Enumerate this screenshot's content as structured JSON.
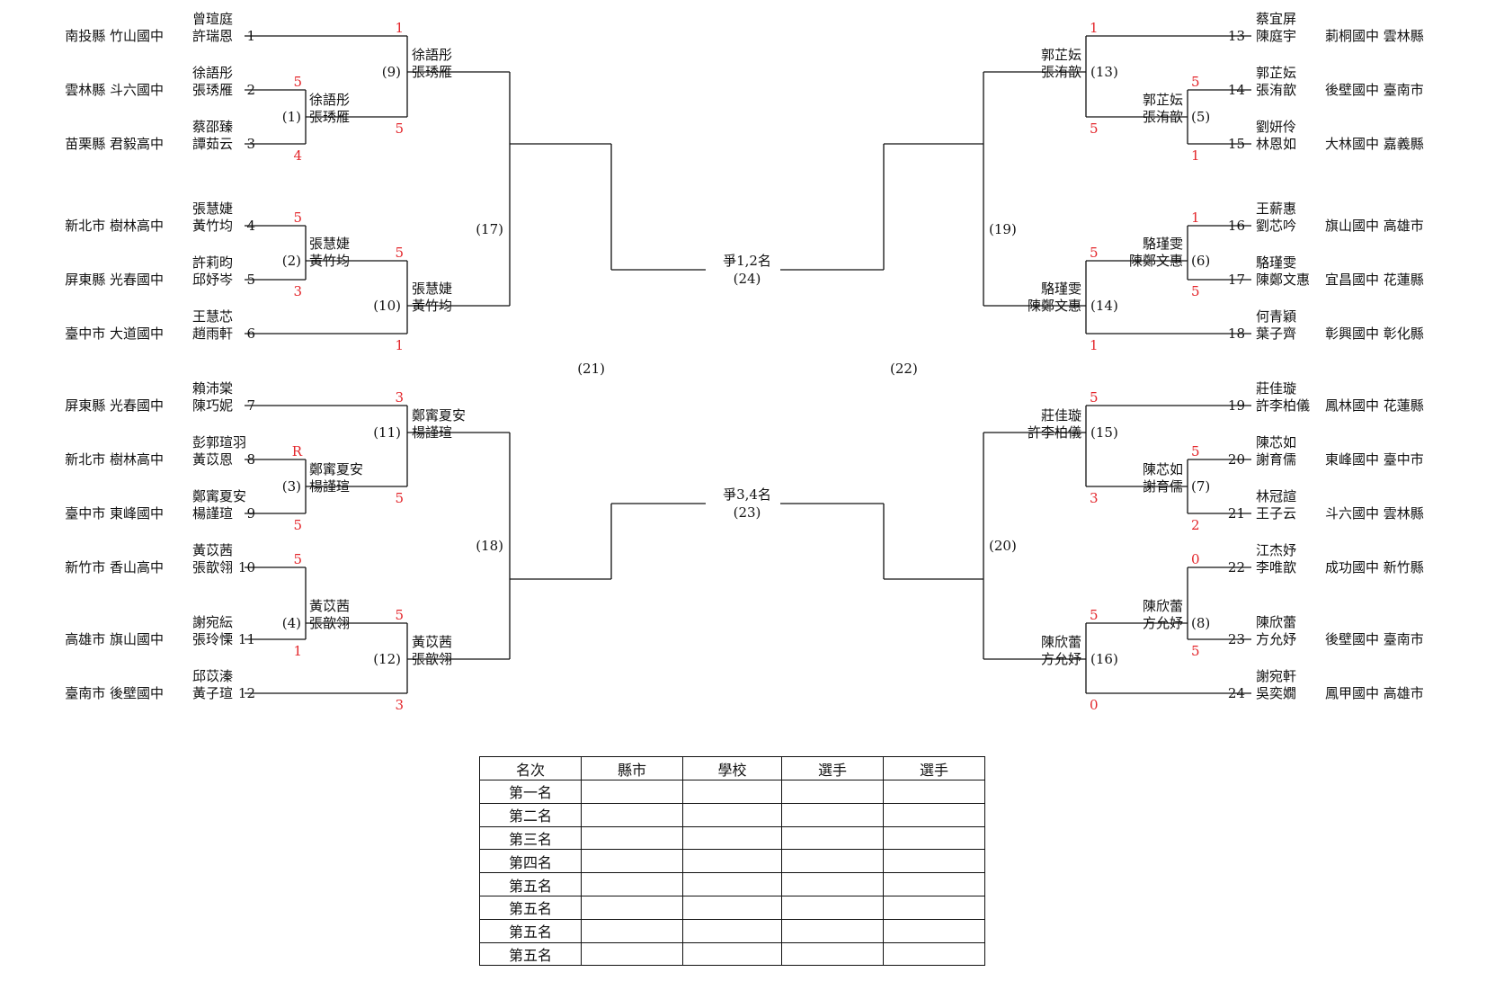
{
  "bracket": {
    "left_entries": [
      {
        "seed": "1",
        "county": "南投縣",
        "school": "竹山國中",
        "p1": "曾瑄庭",
        "p2": "許瑞恩"
      },
      {
        "seed": "2",
        "county": "雲林縣",
        "school": "斗六國中",
        "p1": "徐語彤",
        "p2": "張琇雁"
      },
      {
        "seed": "3",
        "county": "苗栗縣",
        "school": "君毅高中",
        "p1": "蔡邵臻",
        "p2": "譚茹云"
      },
      {
        "seed": "4",
        "county": "新北市",
        "school": "樹林高中",
        "p1": "張慧婕",
        "p2": "黃竹均"
      },
      {
        "seed": "5",
        "county": "屏東縣",
        "school": "光春國中",
        "p1": "許莉昀",
        "p2": "邱妤岑"
      },
      {
        "seed": "6",
        "county": "臺中市",
        "school": "大道國中",
        "p1": "王慧芯",
        "p2": "趙雨軒"
      },
      {
        "seed": "7",
        "county": "屏東縣",
        "school": "光春國中",
        "p1": "賴沛棠",
        "p2": "陳巧妮"
      },
      {
        "seed": "8",
        "county": "新北市",
        "school": "樹林高中",
        "p1": "彭郭瑄羽",
        "p2": "黃苡恩"
      },
      {
        "seed": "9",
        "county": "臺中市",
        "school": "東峰國中",
        "p1": "鄭寗夏安",
        "p2": "楊謹瑄"
      },
      {
        "seed": "10",
        "county": "新竹市",
        "school": "香山高中",
        "p1": "黃苡茜",
        "p2": "張歆翎"
      },
      {
        "seed": "11",
        "county": "高雄市",
        "school": "旗山國中",
        "p1": "謝宛紜",
        "p2": "張玲慄"
      },
      {
        "seed": "12",
        "county": "臺南市",
        "school": "後壁國中",
        "p1": "邱苡溱",
        "p2": "黃子瑄"
      }
    ],
    "right_entries": [
      {
        "seed": "13",
        "county": "雲林縣",
        "school": "莿桐國中",
        "p1": "蔡宜屏",
        "p2": "陳庭宇"
      },
      {
        "seed": "14",
        "county": "臺南市",
        "school": "後壁國中",
        "p1": "郭芷妘",
        "p2": "張洧歆"
      },
      {
        "seed": "15",
        "county": "嘉義縣",
        "school": "大林國中",
        "p1": "劉妍伶",
        "p2": "林恩如"
      },
      {
        "seed": "16",
        "county": "高雄市",
        "school": "旗山國中",
        "p1": "王薪惠",
        "p2": "劉芯吟"
      },
      {
        "seed": "17",
        "county": "花蓮縣",
        "school": "宜昌國中",
        "p1": "駱瑾雯",
        "p2": "陳鄭文惠"
      },
      {
        "seed": "18",
        "county": "彰化縣",
        "school": "彰興國中",
        "p1": "何青穎",
        "p2": "葉子齊"
      },
      {
        "seed": "19",
        "county": "花蓮縣",
        "school": "鳳林國中",
        "p1": "莊佳璇",
        "p2": "許李柏儀"
      },
      {
        "seed": "20",
        "county": "臺中市",
        "school": "東峰國中",
        "p1": "陳芯如",
        "p2": "謝育儒"
      },
      {
        "seed": "21",
        "county": "雲林縣",
        "school": "斗六國中",
        "p1": "林冠諠",
        "p2": "王子云"
      },
      {
        "seed": "22",
        "county": "新竹縣",
        "school": "成功國中",
        "p1": "江杰妤",
        "p2": "李唯歆"
      },
      {
        "seed": "23",
        "county": "臺南市",
        "school": "後壁國中",
        "p1": "陳欣蕾",
        "p2": "方允妤"
      },
      {
        "seed": "24",
        "county": "高雄市",
        "school": "鳳甲國中",
        "p1": "謝宛軒",
        "p2": "吳奕嫺"
      }
    ],
    "match_labels": [
      "(1)",
      "(2)",
      "(3)",
      "(4)",
      "(5)",
      "(6)",
      "(7)",
      "(8)",
      "(9)",
      "(10)",
      "(11)",
      "(12)",
      "(13)",
      "(14)",
      "(15)",
      "(16)",
      "(17)",
      "(18)",
      "(19)",
      "(20)",
      "(21)",
      "(22)",
      "(23)",
      "(24)"
    ],
    "winners": {
      "m1": {
        "p1": "徐語彤",
        "p2": "張琇雁"
      },
      "m2": {
        "p1": "張慧婕",
        "p2": "黃竹均"
      },
      "m3": {
        "p1": "鄭寗夏安",
        "p2": "楊謹瑄"
      },
      "m4": {
        "p1": "黃苡茜",
        "p2": "張歆翎"
      },
      "m5": {
        "p1": "郭芷妘",
        "p2": "張洧歆"
      },
      "m6": {
        "p1": "駱瑾雯",
        "p2": "陳鄭文惠"
      },
      "m7": {
        "p1": "陳芯如",
        "p2": "謝育儒"
      },
      "m8": {
        "p1": "陳欣蕾",
        "p2": "方允妤"
      },
      "m9": {
        "p1": "徐語彤",
        "p2": "張琇雁"
      },
      "m10": {
        "p1": "張慧婕",
        "p2": "黃竹均"
      },
      "m11": {
        "p1": "鄭寗夏安",
        "p2": "楊謹瑄"
      },
      "m12": {
        "p1": "黃苡茜",
        "p2": "張歆翎"
      },
      "m13": {
        "p1": "郭芷妘",
        "p2": "張洧歆"
      },
      "m14": {
        "p1": "駱瑾雯",
        "p2": "陳鄭文惠"
      },
      "m15": {
        "p1": "莊佳璇",
        "p2": "許李柏儀"
      },
      "m16": {
        "p1": "陳欣蕾",
        "p2": "方允妤"
      }
    },
    "scores": {
      "m1": [
        "5",
        "4"
      ],
      "m2": [
        "5",
        "3"
      ],
      "m3": [
        "R",
        "5"
      ],
      "m4": [
        "5",
        "1"
      ],
      "m5": [
        "5",
        "1"
      ],
      "m6": [
        "1",
        "5"
      ],
      "m7": [
        "5",
        "2"
      ],
      "m8": [
        "0",
        "5"
      ],
      "m9": [
        "1",
        "5"
      ],
      "m10": [
        "5",
        "1"
      ],
      "m11": [
        "3",
        "5"
      ],
      "m12": [
        "5",
        "3"
      ],
      "m13": [
        "1",
        "5"
      ],
      "m14": [
        "5",
        "1"
      ],
      "m15": [
        "5",
        "3"
      ],
      "m16": [
        "5",
        "0"
      ]
    },
    "final_12": {
      "title": "爭1,2名",
      "label": "(24)"
    },
    "final_34": {
      "title": "爭3,4名",
      "label": "(23)"
    }
  },
  "standings": {
    "headers": [
      "名次",
      "縣市",
      "學校",
      "選手",
      "選手"
    ],
    "ranks": [
      "第一名",
      "第二名",
      "第三名",
      "第四名",
      "第五名",
      "第五名",
      "第五名",
      "第五名"
    ]
  }
}
